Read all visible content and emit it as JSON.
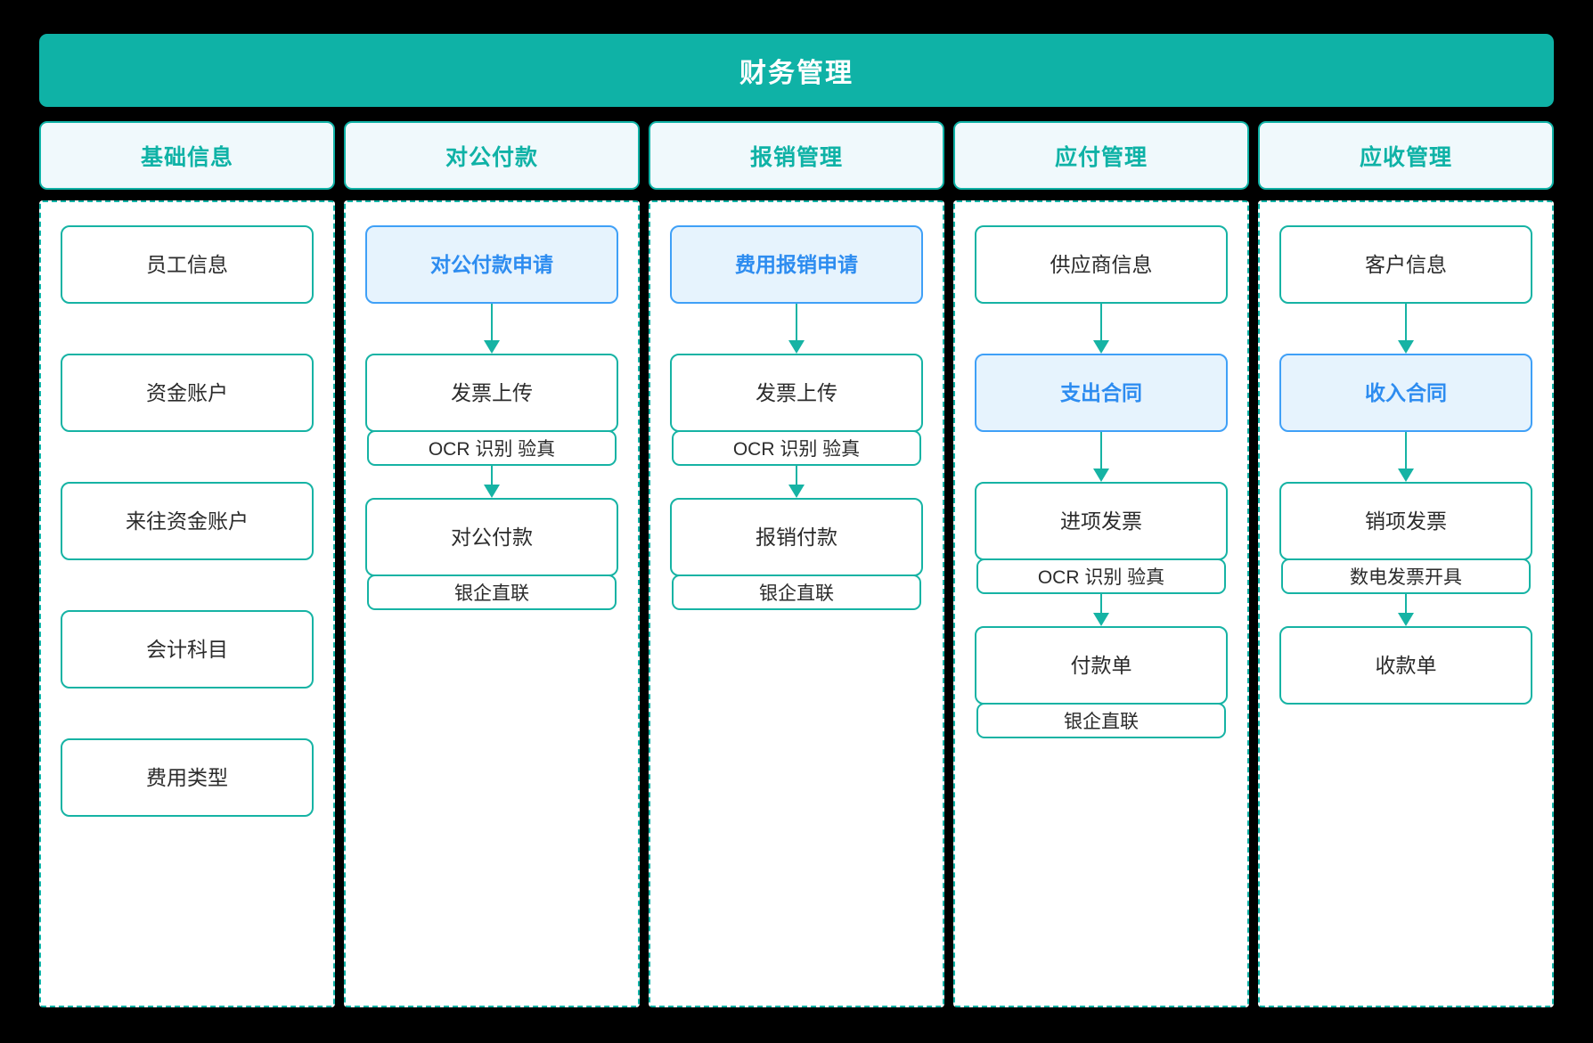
{
  "title": {
    "text": "财务管理"
  },
  "columns": [
    {
      "header": "基础信息",
      "nodes": [
        {
          "label": "员工信息",
          "highlight": false,
          "badge": null,
          "arrow_after": false
        },
        {
          "label": "资金账户",
          "highlight": false,
          "badge": null,
          "arrow_after": false
        },
        {
          "label": "来往资金账户",
          "highlight": false,
          "badge": null,
          "arrow_after": false
        },
        {
          "label": "会计科目",
          "highlight": false,
          "badge": null,
          "arrow_after": false
        },
        {
          "label": "费用类型",
          "highlight": false,
          "badge": null,
          "arrow_after": false
        }
      ]
    },
    {
      "header": "对公付款",
      "nodes": [
        {
          "label": "对公付款申请",
          "highlight": true,
          "badge": null,
          "arrow_after": true
        },
        {
          "label": "发票上传",
          "highlight": false,
          "badge": "OCR 识别 验真",
          "arrow_after": true
        },
        {
          "label": "对公付款",
          "highlight": false,
          "badge": "银企直联",
          "arrow_after": false
        }
      ]
    },
    {
      "header": "报销管理",
      "nodes": [
        {
          "label": "费用报销申请",
          "highlight": true,
          "badge": null,
          "arrow_after": true
        },
        {
          "label": "发票上传",
          "highlight": false,
          "badge": "OCR 识别 验真",
          "arrow_after": true
        },
        {
          "label": "报销付款",
          "highlight": false,
          "badge": "银企直联",
          "arrow_after": false
        }
      ]
    },
    {
      "header": "应付管理",
      "nodes": [
        {
          "label": "供应商信息",
          "highlight": false,
          "badge": null,
          "arrow_after": true
        },
        {
          "label": "支出合同",
          "highlight": true,
          "badge": null,
          "arrow_after": true
        },
        {
          "label": "进项发票",
          "highlight": false,
          "badge": "OCR 识别 验真",
          "arrow_after": true
        },
        {
          "label": "付款单",
          "highlight": false,
          "badge": "银企直联",
          "arrow_after": false
        }
      ]
    },
    {
      "header": "应收管理",
      "nodes": [
        {
          "label": "客户信息",
          "highlight": false,
          "badge": null,
          "arrow_after": true
        },
        {
          "label": "收入合同",
          "highlight": true,
          "badge": null,
          "arrow_after": true
        },
        {
          "label": "销项发票",
          "highlight": false,
          "badge": "数电发票开具",
          "arrow_after": true
        },
        {
          "label": "收款单",
          "highlight": false,
          "badge": null,
          "arrow_after": false
        }
      ]
    }
  ],
  "colors": {
    "brand_teal": "#0FB2A6",
    "node_border_teal": "#16B3A4",
    "highlight_blue_bg": "#E6F3FD",
    "highlight_blue_border": "#3FA0F7",
    "highlight_blue_text": "#2D8CF0",
    "header_bg": "#F0F9FC",
    "page_bg": "#000000",
    "node_text": "#2B2B2B"
  }
}
